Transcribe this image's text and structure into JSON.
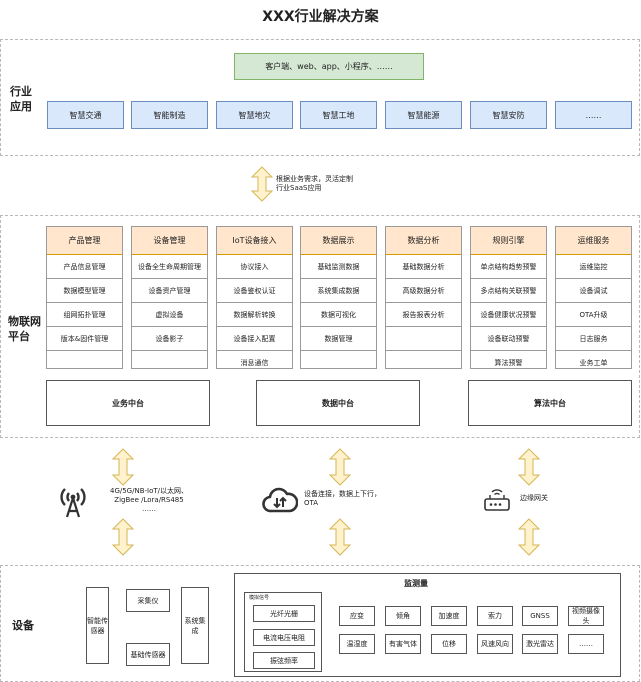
{
  "title": "XXX行业解决方案",
  "industry": {
    "label": "行业\n应用",
    "client": "客户端、web、app、小程序、……",
    "apps": [
      "智慧交通",
      "智能制造",
      "智慧地灾",
      "智慧工地",
      "智慧能源",
      "智慧安防",
      "……"
    ]
  },
  "saas_note": "根据业务需求，灵活定制\n行业SaaS应用",
  "platform": {
    "label": "物联网\n平台",
    "columns": [
      {
        "title": "产品管理",
        "items": [
          "产品信息管理",
          "数据模型管理",
          "组网拓扑管理",
          "版本&固件管理",
          ""
        ]
      },
      {
        "title": "设备管理",
        "items": [
          "设备全生命周期管理",
          "设备资产管理",
          "虚拟设备",
          "设备影子",
          ""
        ]
      },
      {
        "title": "IoT设备接入",
        "items": [
          "协议接入",
          "设备鉴权认证",
          "数据解析转换",
          "设备接入配置",
          "消息通信"
        ]
      },
      {
        "title": "数据展示",
        "items": [
          "基础监测数据",
          "系统集成数据",
          "数据可视化",
          "数据管理",
          ""
        ]
      },
      {
        "title": "数据分析",
        "items": [
          "基础数据分析",
          "高级数据分析",
          "报告报表分析",
          "",
          ""
        ]
      },
      {
        "title": "规则引擎",
        "items": [
          "单点结构趋势预警",
          "多点结构关联预警",
          "设备健康状况预警",
          "设备联动预警",
          "算法预警"
        ]
      },
      {
        "title": "运维服务",
        "items": [
          "运维监控",
          "设备调试",
          "OTA升级",
          "日志服务",
          "业务工单"
        ]
      }
    ],
    "middle": [
      "业务中台",
      "数据中台",
      "算法中台"
    ]
  },
  "connect": {
    "network_text": "4G/5G/NB-IoT/以太网、\nZigBee /Lora/RS485\n……",
    "cloud_text": "设备连接，数据上下行，\nOTA",
    "gateway_text": "边缘网关"
  },
  "devices": {
    "label": "设备",
    "smart_sensor": "智能传\n感器",
    "collector": "采集仪",
    "basic_sensor": "基础传感器",
    "system_integration": "系统集\n成",
    "monitor_title": "监测量",
    "signal_title": "模拟信号",
    "signals": [
      "光纤光栅",
      "电流电压电阻",
      "振弦频率"
    ],
    "quantities_row1": [
      "应变",
      "倾角",
      "加速度",
      "索力",
      "GNSS",
      "视频摄像头"
    ],
    "quantities_row2": [
      "温湿度",
      "有害气体",
      "位移",
      "风速风向",
      "激光雷达",
      "……"
    ]
  },
  "colors": {
    "green_fill": "#d5e8d4",
    "green_border": "#82b366",
    "blue_fill": "#dae8fc",
    "blue_border": "#6c8ebf",
    "orange_fill": "#ffe6cc",
    "orange_border": "#d79b00",
    "arrow_fill": "#fff2cc",
    "arrow_border": "#d6b656"
  }
}
